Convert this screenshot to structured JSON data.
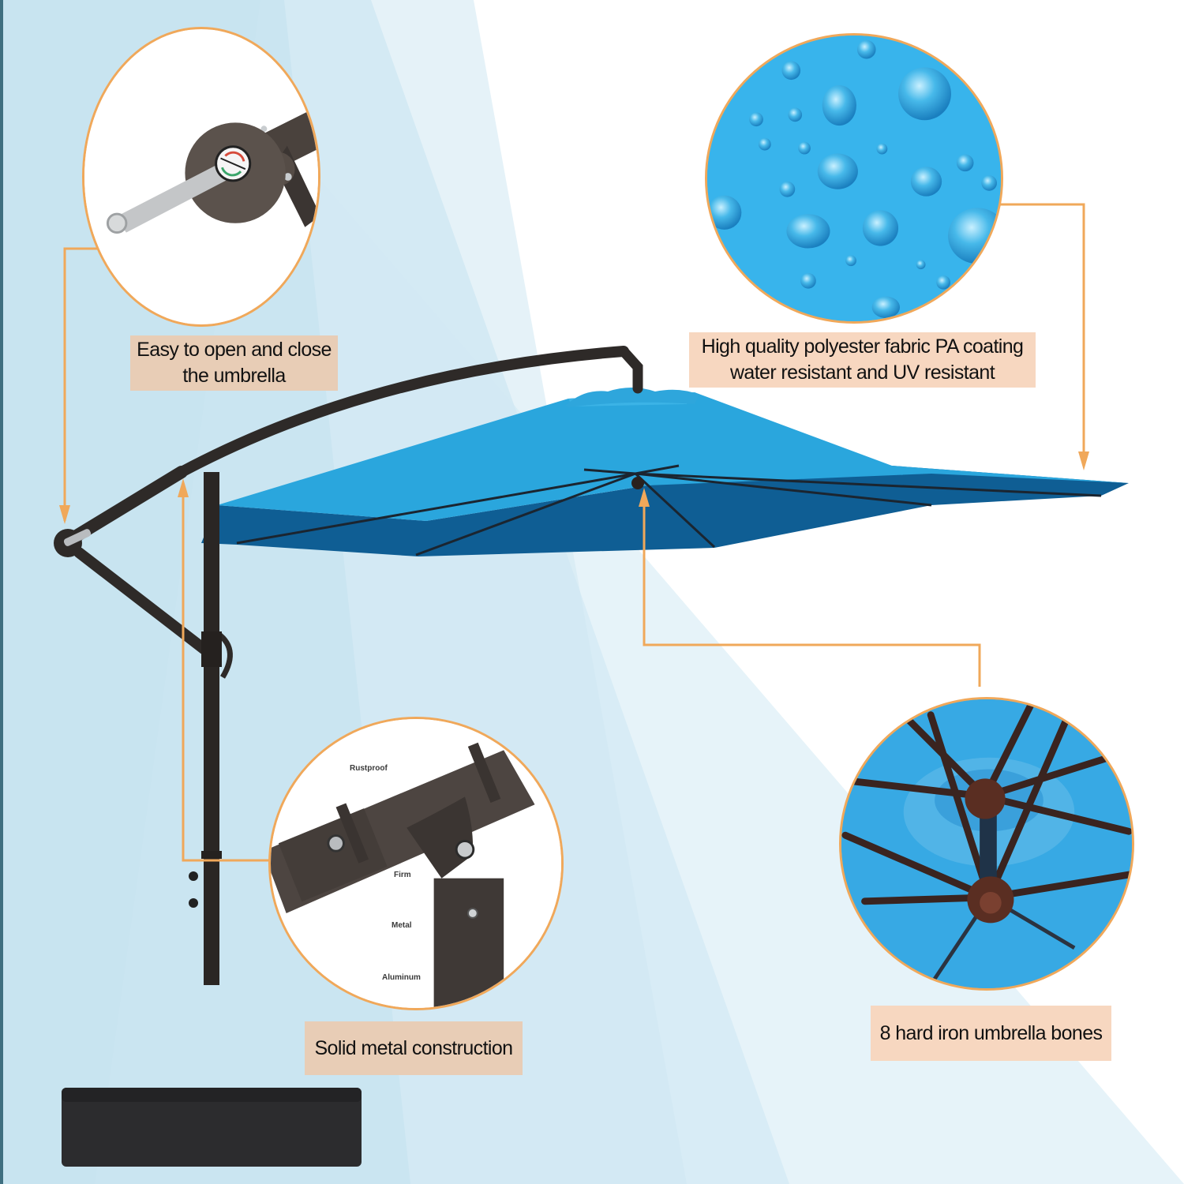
{
  "image": {
    "kind": "product feature infographic",
    "subject": "cantilever offset patio umbrella"
  },
  "colors": {
    "background_blue": "#c8e4f0",
    "background_light": "#e4f2f9",
    "canopy_light": "#2aa6dd",
    "canopy_dark": "#0f5e94",
    "frame": "#2e2a28",
    "callout_orange": "#f0a85a",
    "label_bg_tan": "#e8cdb6",
    "label_bg_peach": "#f7d7c0",
    "label_text": "#111111"
  },
  "callouts": [
    {
      "id": "crank",
      "image": "crank-handle-closeup",
      "lines": [
        "Easy to open and close",
        "the umbrella"
      ]
    },
    {
      "id": "fabric",
      "image": "water-droplets-on-fabric-closeup",
      "lines": [
        "High quality polyester fabric PA coating",
        "water resistant and UV resistant"
      ]
    },
    {
      "id": "joint",
      "image": "metal-joint-closeup",
      "lines": [
        "Solid metal construction"
      ],
      "inset_labels": [
        "Rustproof",
        "Firm",
        "Metal",
        "Aluminum"
      ]
    },
    {
      "id": "ribs",
      "image": "umbrella-ribs-underside-closeup",
      "lines": [
        "8 hard iron umbrella bones"
      ]
    }
  ]
}
